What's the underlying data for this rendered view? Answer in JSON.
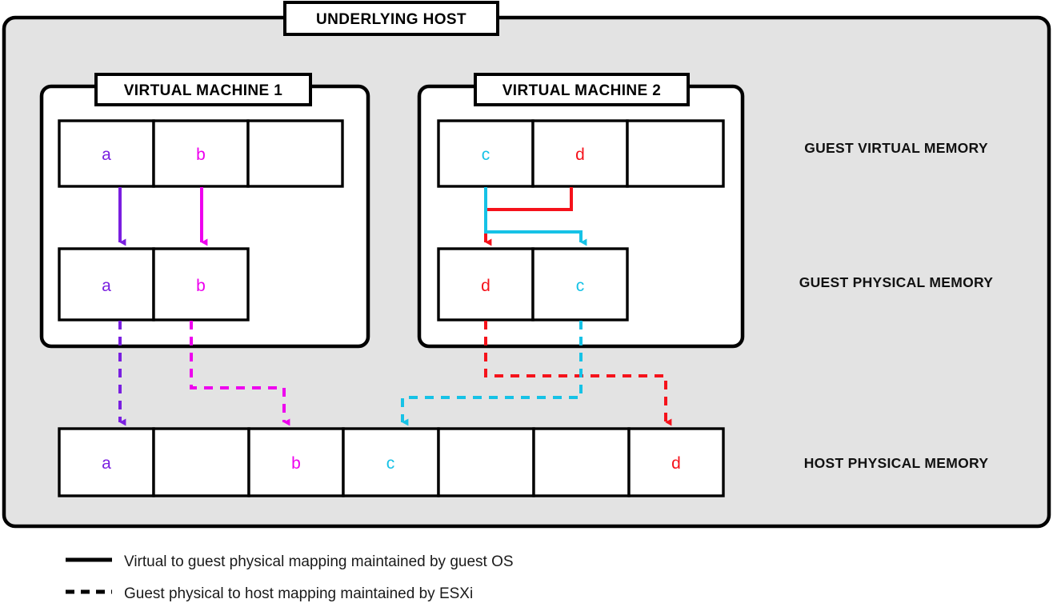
{
  "title_boxes": {
    "host": "UNDERLYING HOST",
    "vm1": "VIRTUAL MACHINE 1",
    "vm2": "VIRTUAL MACHINE 2"
  },
  "row_labels": {
    "guest_virtual": "GUEST VIRTUAL MEMORY",
    "guest_physical": "GUEST PHYSICAL MEMORY",
    "host_physical": "HOST PHYSICAL MEMORY"
  },
  "colors": {
    "purple": "#7A1FE0",
    "magenta": "#EE00EE",
    "cyan": "#16C2E6",
    "red": "#F5121B",
    "host_fill": "#E3E3E3",
    "vm_fill": "#FFFFFF",
    "stroke": "#000000"
  },
  "vm1": {
    "guest_virtual_cells": [
      {
        "label": "a",
        "color": "#7A1FE0"
      },
      {
        "label": "b",
        "color": "#EE00EE"
      },
      {
        "label": "",
        "color": "#000000"
      }
    ],
    "guest_physical_cells": [
      {
        "label": "a",
        "color": "#7A1FE0"
      },
      {
        "label": "b",
        "color": "#EE00EE"
      }
    ]
  },
  "vm2": {
    "guest_virtual_cells": [
      {
        "label": "c",
        "color": "#16C2E6"
      },
      {
        "label": "d",
        "color": "#F5121B"
      },
      {
        "label": "",
        "color": "#000000"
      }
    ],
    "guest_physical_cells": [
      {
        "label": "d",
        "color": "#F5121B"
      },
      {
        "label": "c",
        "color": "#16C2E6"
      }
    ]
  },
  "host_physical_cells": [
    {
      "label": "a",
      "color": "#7A1FE0"
    },
    {
      "label": "",
      "color": "#000000"
    },
    {
      "label": "b",
      "color": "#EE00EE"
    },
    {
      "label": "c",
      "color": "#16C2E6"
    },
    {
      "label": "",
      "color": "#000000"
    },
    {
      "label": "",
      "color": "#000000"
    },
    {
      "label": "d",
      "color": "#F5121B"
    }
  ],
  "legend": {
    "items": [
      {
        "style": "solid",
        "text": "Virtual to guest physical mapping maintained by guest OS"
      },
      {
        "style": "dashed",
        "text": "Guest physical to host mapping maintained by ESXi"
      }
    ]
  }
}
